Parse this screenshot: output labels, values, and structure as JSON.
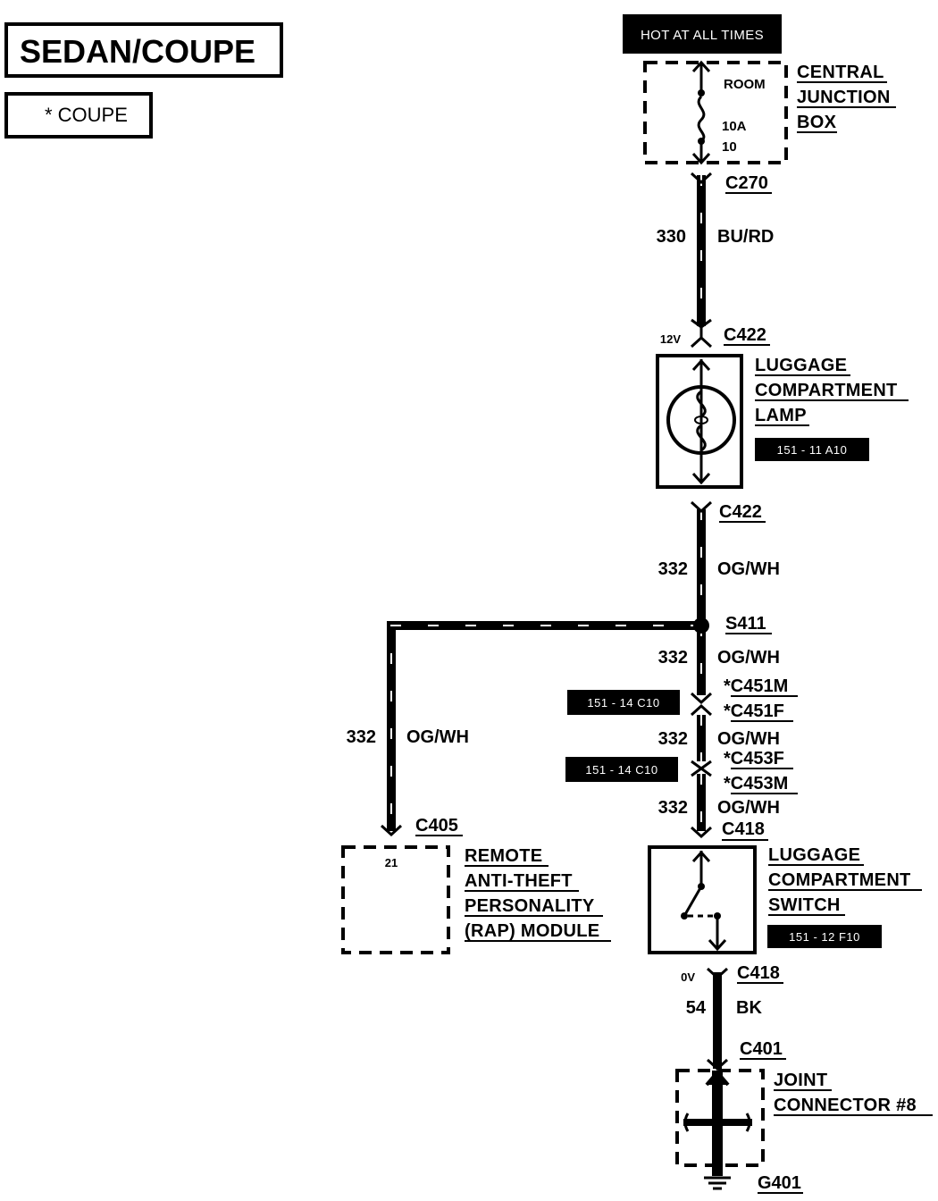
{
  "header": {
    "title": "SEDAN/COUPE",
    "legend_note": "* COUPE"
  },
  "power_source": {
    "label": "HOT AT ALL TIMES",
    "fuse_name": "ROOM",
    "fuse_rating": "10A",
    "fuse_number": "10",
    "component": [
      "CENTRAL",
      "JUNCTION",
      "BOX"
    ]
  },
  "connectors": {
    "c270": "C270",
    "c422_top": "C422",
    "c422_bottom": "C422",
    "s411": "S411",
    "c451m": "*C451M",
    "c451f": "*C451F",
    "c453f": "*C453F",
    "c453m": "*C453M",
    "c418_top": "C418",
    "c418_bottom": "C418",
    "c405": "C405",
    "c405_pin": "21",
    "c401": "C401",
    "g401": "G401"
  },
  "voltages": {
    "lamp_feed": "12V",
    "switch_ground": "0V"
  },
  "wires": {
    "w330": {
      "circuit": "330",
      "color": "BU/RD"
    },
    "w332_a": {
      "circuit": "332",
      "color": "OG/WH"
    },
    "w332_b": {
      "circuit": "332",
      "color": "OG/WH"
    },
    "w332_c": {
      "circuit": "332",
      "color": "OG/WH"
    },
    "w332_d": {
      "circuit": "332",
      "color": "OG/WH"
    },
    "w332_left": {
      "circuit": "332",
      "color": "OG/WH"
    },
    "w54": {
      "circuit": "54",
      "color": "BK"
    }
  },
  "components": {
    "lamp": [
      "LUGGAGE",
      "COMPARTMENT",
      "LAMP"
    ],
    "switch": [
      "LUGGAGE",
      "COMPARTMENT",
      "SWITCH"
    ],
    "rap_module": [
      "REMOTE",
      "ANTI-THEFT",
      "PERSONALITY",
      "(RAP) MODULE"
    ],
    "joint": [
      "JOINT",
      "CONNECTOR #8"
    ]
  },
  "references": {
    "lamp_ref": "151 - 11 A10",
    "c451_ref": "151 - 14 C10",
    "c453_ref": "151 - 14 C10",
    "switch_ref": "151 - 12 F10"
  },
  "colors": {
    "ink": "#000000",
    "paper": "#ffffff"
  }
}
